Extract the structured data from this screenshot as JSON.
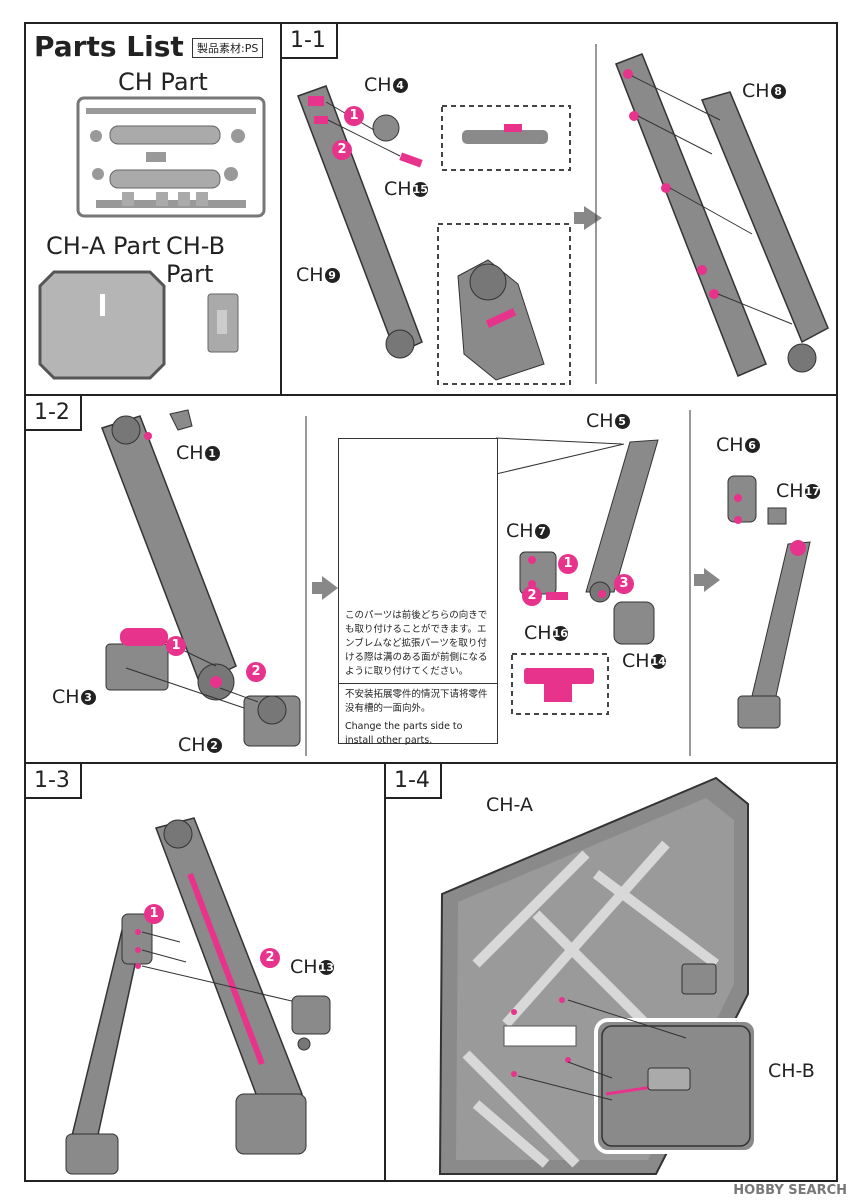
{
  "parts_list": {
    "title": "Parts List",
    "material": "製品素材:PS",
    "ch_part": "CH Part",
    "ch_a_part": "CH-A Part",
    "ch_b_part": "CH-B Part"
  },
  "steps": {
    "s1_1": "1-1",
    "s1_2": "1-2",
    "s1_3": "1-3",
    "s1_4": "1-4"
  },
  "labels": {
    "ch4": "CH",
    "ch4_num": "4",
    "ch15": "CH",
    "ch15_num": "15",
    "ch9": "CH",
    "ch9_num": "9",
    "ch8": "CH",
    "ch8_num": "8",
    "ch1": "CH",
    "ch1_num": "1",
    "ch3": "CH",
    "ch3_num": "3",
    "ch2": "CH",
    "ch2_num": "2",
    "ch5": "CH",
    "ch5_num": "5",
    "ch7": "CH",
    "ch7_num": "7",
    "ch16": "CH",
    "ch16_num": "16",
    "ch14": "CH",
    "ch14_num": "14",
    "ch6": "CH",
    "ch6_num": "6",
    "ch17": "CH",
    "ch17_num": "17",
    "ch13": "CH",
    "ch13_num": "13",
    "ch_a": "CH-A",
    "ch_b": "CH-B"
  },
  "markers": {
    "m1": "1",
    "m2": "2",
    "m3": "3"
  },
  "note": {
    "jp": "このパーツは前後どちらの向きでも取り付けることができます。エンブレムなど拡張パーツを取り付ける際は溝のある面が前側になるように取り付けてください。",
    "cn": "不安装拓展零件的情況下请将零件没有槽的一面向外。",
    "en": "Change the parts side to install other parts."
  },
  "watermark": "HOBBY SEARCH",
  "colors": {
    "accent": "#e8338c",
    "part_gray": "#8a8a8a",
    "frame": "#222222"
  }
}
